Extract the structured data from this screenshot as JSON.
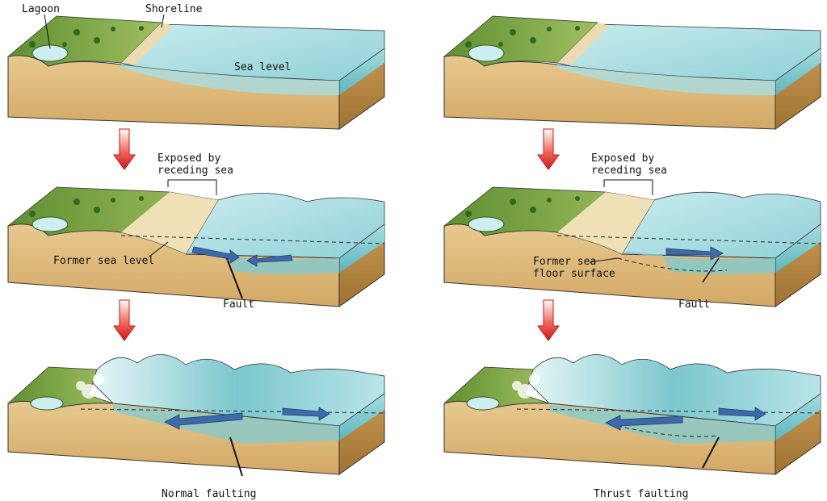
{
  "left": {
    "caption": "Normal faulting",
    "panel1": {
      "lagoon": "Lagoon",
      "shoreline": "Shoreline",
      "sea_level": "Sea level"
    },
    "panel2": {
      "exposed": "Exposed by\nreceding sea",
      "former": "Former sea level",
      "fault": "Fault"
    },
    "panel3": {}
  },
  "right": {
    "caption": "Thrust faulting",
    "panel2": {
      "exposed": "Exposed by\nreceding sea",
      "former": "Former sea\nfloor surface",
      "fault": "Fault"
    }
  },
  "colors": {
    "sand": "#e2c182",
    "sand_dark": "#b98c48",
    "water": "#9fd6dc",
    "water_deep": "#4fb3b8",
    "land_green": "#6b9a3a",
    "arrow_red": "#d6262b",
    "arrow_blue": "#3d6aa8"
  }
}
